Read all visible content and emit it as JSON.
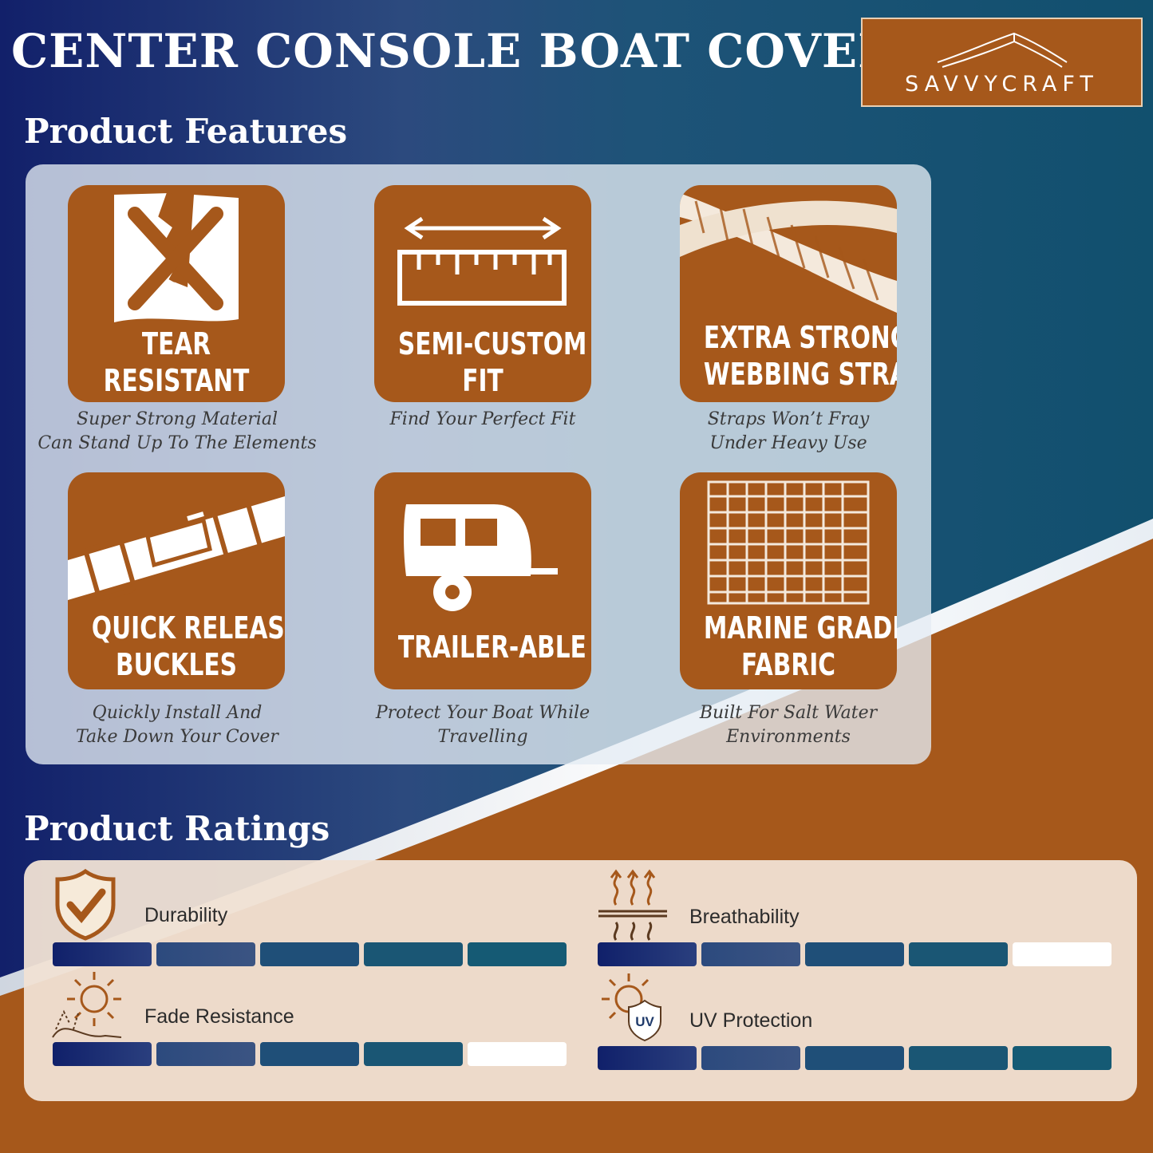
{
  "title": "CENTER CONSOLE BOAT COVER",
  "brand": {
    "name": "SAVVYCRAFT",
    "icon": "canopy-logo-icon"
  },
  "colors": {
    "brand_brown": "#a6581b",
    "navy": "#12205a",
    "teal": "#135873",
    "cream": "#f3ebe2"
  },
  "features": {
    "heading": "Product Features",
    "items": [
      {
        "icon": "torn-fabric-icon",
        "title": [
          "TEAR",
          "RESISTANT"
        ],
        "desc": [
          "Super Strong Material",
          "Can Stand Up To The Elements"
        ]
      },
      {
        "icon": "ruler-icon",
        "title": [
          "SEMI-CUSTOM",
          "FIT"
        ],
        "desc": [
          "Find Your Perfect Fit"
        ]
      },
      {
        "icon": "braided-strap-icon",
        "title": [
          "EXTRA STRONG",
          "WEBBING STRAPS"
        ],
        "desc": [
          "Straps Won’t Fray",
          "Under Heavy Use"
        ]
      },
      {
        "icon": "buckle-icon",
        "title": [
          "QUICK RELEASE",
          "BUCKLES"
        ],
        "desc": [
          "Quickly Install And",
          "Take Down Your Cover"
        ]
      },
      {
        "icon": "trailer-icon",
        "title": [
          "TRAILER-ABLE"
        ],
        "desc": [
          "Protect Your Boat While",
          "Travelling"
        ]
      },
      {
        "icon": "woven-fabric-icon",
        "title": [
          "MARINE GRADE",
          "FABRIC"
        ],
        "desc": [
          "Built For Salt Water",
          "Environments"
        ]
      }
    ]
  },
  "ratings": {
    "heading": "Product Ratings",
    "max": 5,
    "items": [
      {
        "label": "Durability",
        "value": 5,
        "icon": "shield-check-icon"
      },
      {
        "label": "Breathability",
        "value": 4,
        "icon": "heat-waves-icon"
      },
      {
        "label": "Fade Resistance",
        "value": 4,
        "icon": "sun-fade-icon"
      },
      {
        "label": "UV Protection",
        "value": 5,
        "icon": "uv-shield-icon"
      }
    ]
  }
}
